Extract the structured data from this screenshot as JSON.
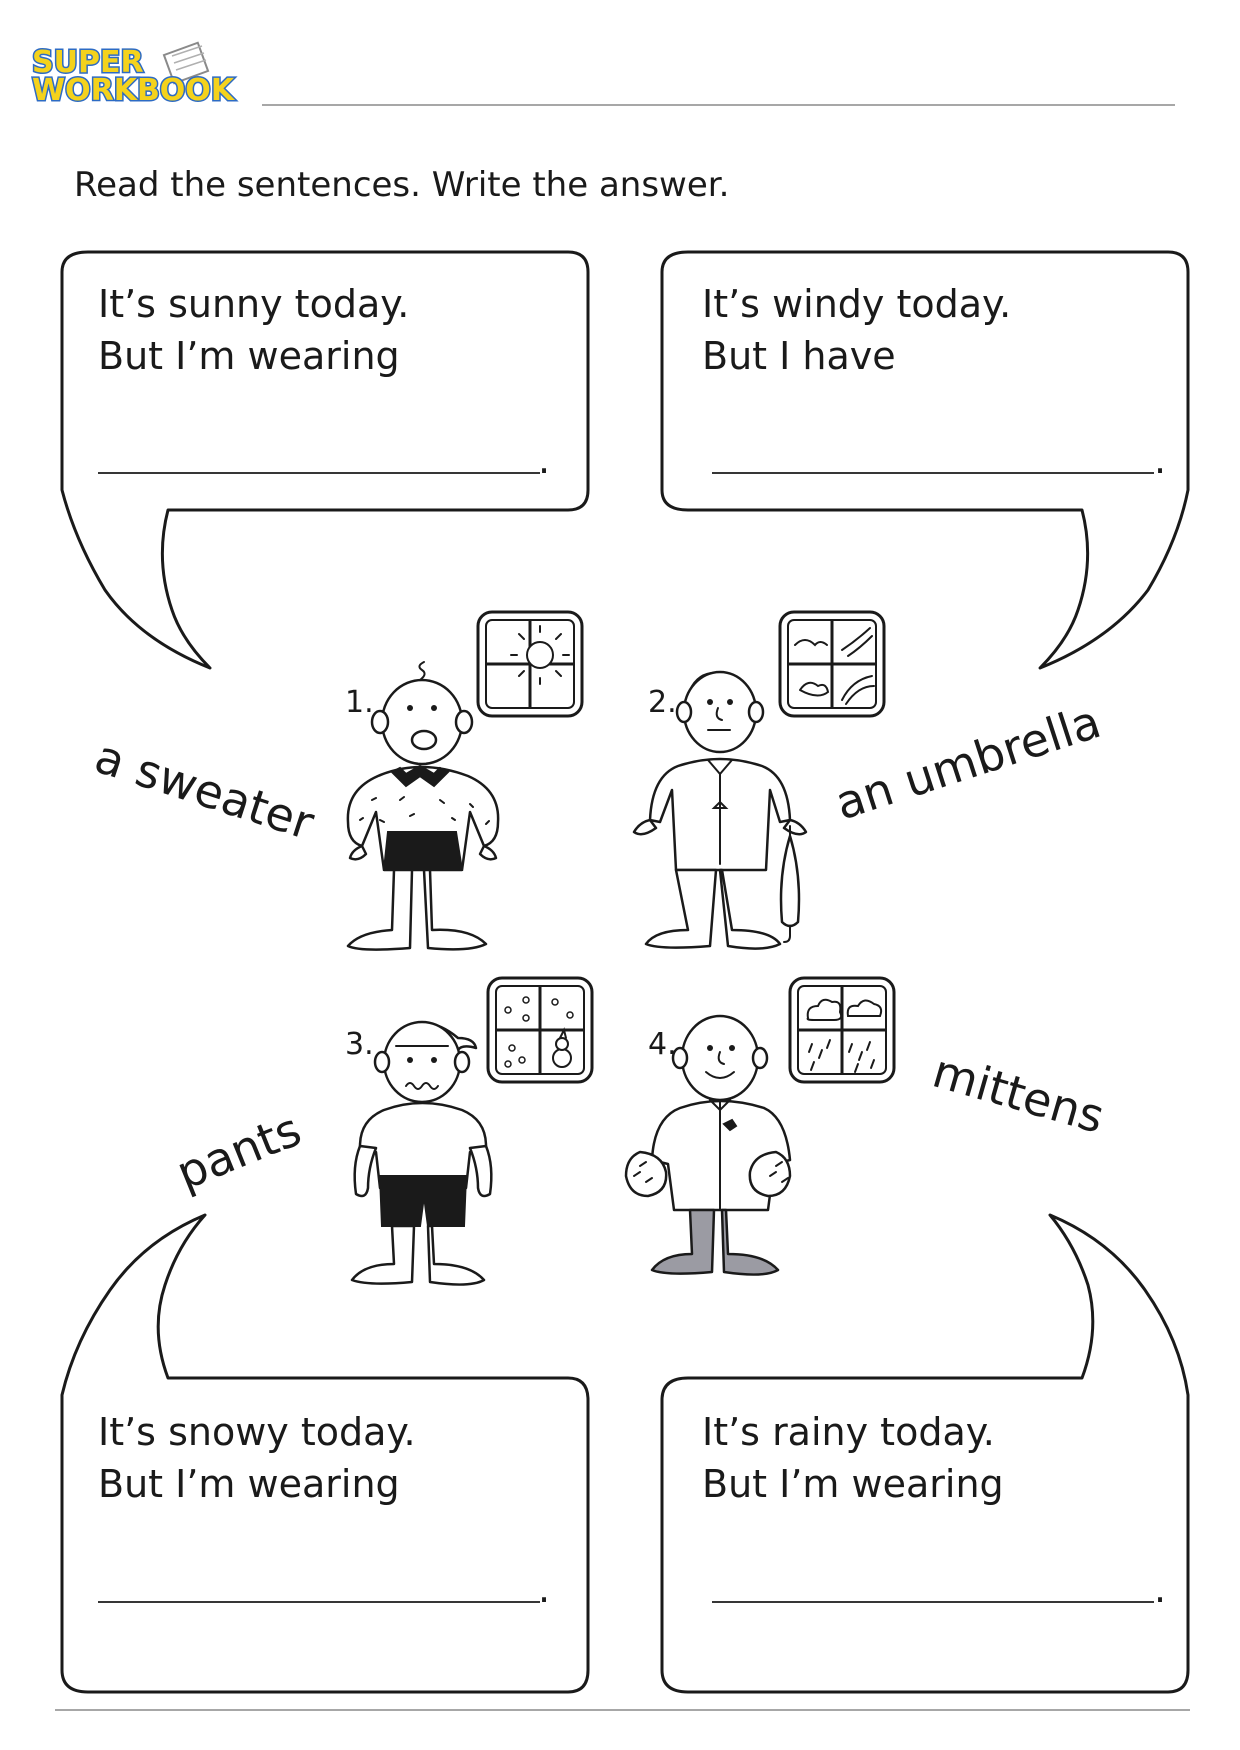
{
  "logo": {
    "line1": "SUPER",
    "line2": "WORKBOOK"
  },
  "instruction": "Read the sentences. Write the answer.",
  "bubbles": [
    {
      "line1": "It’s sunny today.",
      "line2": "But I’m wearing",
      "end": "."
    },
    {
      "line1": "It’s windy today.",
      "line2": "But I have",
      "end": "."
    },
    {
      "line1": "It’s snowy today.",
      "line2": "But I’m wearing",
      "end": "."
    },
    {
      "line1": "It’s rainy today.",
      "line2": "But I’m wearing",
      "end": "."
    }
  ],
  "numbers": [
    "1.",
    "2.",
    "3.",
    "4."
  ],
  "options": [
    "a sweater",
    "an umbrella",
    "pants",
    "mittens"
  ],
  "weather_icons": [
    "sun-icon",
    "wind-icon",
    "snow-icon",
    "rain-icon"
  ],
  "colors": {
    "logo_fill": "#f4d21c",
    "logo_outline": "#2d6bc4",
    "boots": "#9b9ba3"
  }
}
